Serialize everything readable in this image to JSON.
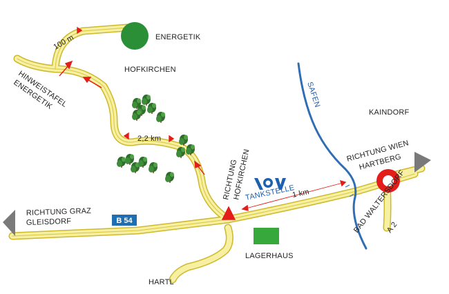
{
  "places": {
    "energetik": "ENERGETIK",
    "hofkirchen": "HOFKIRCHEN",
    "kaindorf": "KAINDORF",
    "lagerhaus": "LAGERHAUS",
    "hartl": "HARTL",
    "tankstelle": "TANKSTELLE"
  },
  "signs": {
    "hinweistafel_line1": "HINWEISTAFEL",
    "hinweistafel_line2": "ENERGETIK",
    "richtung_hof_line1": "RICHTUNG",
    "richtung_hof_line2": "HOFKIRCHEN",
    "richtung_wien_line1": "RICHTUNG WIEN",
    "richtung_wien_line2": "HARTBERG",
    "richtung_graz_line1": "RICHTUNG GRAZ",
    "richtung_graz_line2": "GLEISDORF",
    "bad_walt_line1": "BAD WALTERSDORF",
    "bad_walt_line2": "A 2"
  },
  "distances": {
    "d100": "100 m",
    "d22": "2,2 km",
    "d1": "1 km"
  },
  "road_badge": "B 54",
  "river": "SAFEN",
  "colors": {
    "road_fill": "#f7f0a3",
    "road_edge": "#cdb92a",
    "river": "#2f6db5",
    "forest": "#2c6e2a",
    "accent_red": "#e31d1a",
    "badge_blue": "#1f6db3",
    "energetik_green": "#2a8f36",
    "lagerhaus_green": "#36a83c",
    "arrow_grey": "#7a7a7a"
  }
}
